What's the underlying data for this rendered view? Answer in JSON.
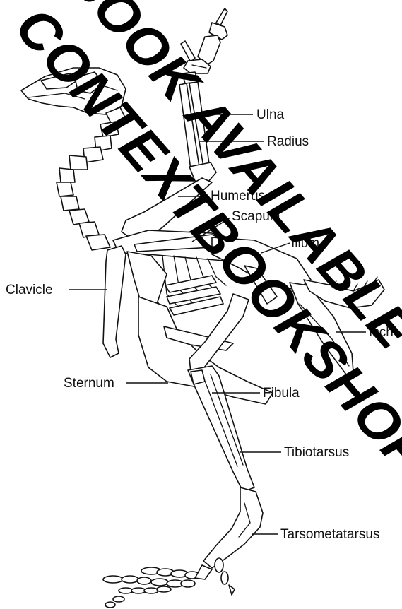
{
  "diagram": {
    "labels": {
      "ulna": "Ulna",
      "radius": "Radius",
      "humerus": "Humerus",
      "scapula": "Scapula",
      "ilium": "Ilium",
      "clavicle": "Clavicle",
      "ischium": "Isch",
      "sternum": "Sternum",
      "fibula": "Fibula",
      "tibiotarsus": "Tibiotarsus",
      "tarsometatarsus": "Tarsometatarsus"
    },
    "watermark": {
      "line1": "BOOK AVAILABLE",
      "line2": "CONTEXTBOOKSHOP"
    }
  }
}
